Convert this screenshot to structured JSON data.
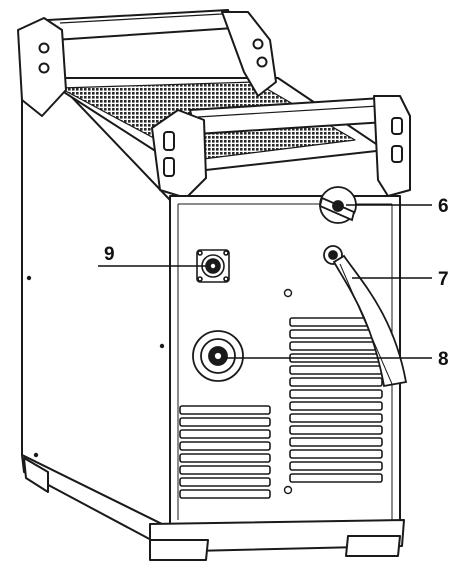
{
  "figure": {
    "type": "technical-line-drawing",
    "subject": "welding-machine-rear-panel",
    "line_color": "#1a1a1a",
    "background": "#ffffff"
  },
  "callouts": [
    {
      "id": "6",
      "label": "6",
      "target": "rotary-switch"
    },
    {
      "id": "7",
      "label": "7",
      "target": "gas-hose"
    },
    {
      "id": "8",
      "label": "8",
      "target": "round-connector"
    },
    {
      "id": "9",
      "label": "9",
      "target": "multi-pin-socket"
    }
  ]
}
